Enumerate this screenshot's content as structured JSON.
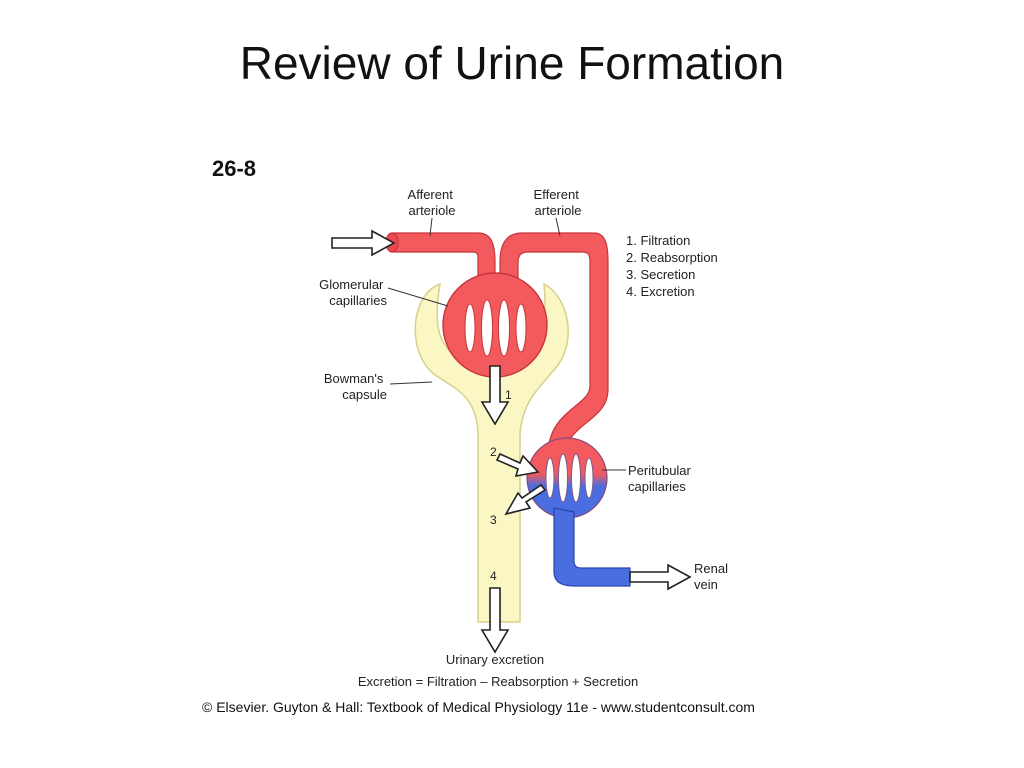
{
  "slide": {
    "title": "Review of Urine Formation"
  },
  "figure": {
    "number": "26-8"
  },
  "labels": {
    "afferent": [
      "Afferent",
      "arteriole"
    ],
    "efferent": [
      "Efferent",
      "arteriole"
    ],
    "glomerular": [
      "Glomerular",
      "capillaries"
    ],
    "bowmans": [
      "Bowman's",
      "capsule"
    ],
    "peritubular": [
      "Peritubular",
      "capillaries"
    ],
    "renal_vein": [
      "Renal",
      "vein"
    ],
    "urinary_excretion": "Urinary excretion"
  },
  "steps": [
    {
      "number": "1",
      "legend": "1. Filtration"
    },
    {
      "number": "2",
      "legend": "2. Reabsorption"
    },
    {
      "number": "3",
      "legend": "3. Secretion"
    },
    {
      "number": "4",
      "legend": "4. Excretion"
    }
  ],
  "equation": "Excretion = Filtration – Reabsorption + Secretion",
  "credit": "© Elsevier. Guyton & Hall: Textbook of Medical Physiology 11e - www.studentconsult.com",
  "colors": {
    "arterial": "#f25a5e",
    "arterial_dark": "#c8343a",
    "venous": "#4a6ee0",
    "venous_dark": "#2c44a8",
    "tubule": "#fbf7c5",
    "tubule_edge": "#d8d08a"
  }
}
